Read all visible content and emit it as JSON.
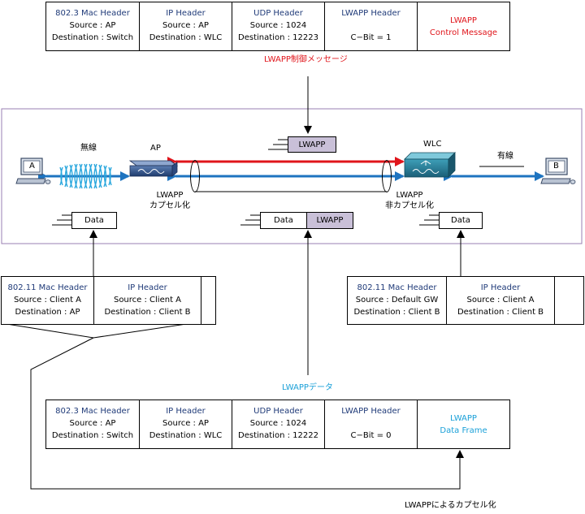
{
  "top_frame": {
    "cells": [
      {
        "name": "802.3 Mac Header",
        "line1": "Source : AP",
        "line2": "Destination : Switch"
      },
      {
        "name": "IP Header",
        "line1": "Source : AP",
        "line2": "Destination : WLC"
      },
      {
        "name": "UDP Header",
        "line1": "Source : 1024",
        "line2": "Destination : 12223"
      },
      {
        "name": "LWAPP Header",
        "line1": "",
        "line2": "C−Bit = 1"
      },
      {
        "name": "LWAPP",
        "line1": "Control Message",
        "line2": ""
      }
    ]
  },
  "control_message_label": "LWAPP制御メッセージ",
  "network": {
    "client_a": "A",
    "client_b": "B",
    "wireless_label": "無線",
    "wired_label": "有線",
    "ap_label": "AP",
    "wlc_label": "WLC",
    "encap_label_line1": "LWAPP",
    "encap_label_line2": "カプセル化",
    "decap_label_line1": "LWAPP",
    "decap_label_line2": "非カプセル化",
    "tunnel_packet_label": "LWAPP",
    "data_left": "Data",
    "data_mid": "Data",
    "data_mid_lwapp": "LWAPP",
    "data_right": "Data"
  },
  "left_frame": {
    "cells": [
      {
        "name": "802.11 Mac Header",
        "line1": "Source : Client A",
        "line2": "Destination : AP"
      },
      {
        "name": "IP Header",
        "line1": "Source : Client A",
        "line2": "Destination : Client B"
      }
    ]
  },
  "right_frame": {
    "cells": [
      {
        "name": "802.11 Mac Header",
        "line1": "Source : Default GW",
        "line2": "Destination : Client B"
      },
      {
        "name": "IP Header",
        "line1": "Source : Client A",
        "line2": "Destination : Client B"
      }
    ]
  },
  "data_label": "LWAPPデータ",
  "bottom_frame": {
    "cells": [
      {
        "name": "802.3 Mac Header",
        "line1": "Source : AP",
        "line2": "Destination : Switch"
      },
      {
        "name": "IP Header",
        "line1": "Source : AP",
        "line2": "Destination : WLC"
      },
      {
        "name": "UDP Header",
        "line1": "Source : 1024",
        "line2": "Destination : 12222"
      },
      {
        "name": "LWAPP Header",
        "line1": "",
        "line2": "C−Bit = 0"
      },
      {
        "name": "LWAPP",
        "line1": "Data Frame",
        "line2": ""
      }
    ]
  },
  "encapsulation_caption": "LWAPPによるカプセル化",
  "colors": {
    "control": "#e0151b",
    "data": "#1aa0d8",
    "link": "#1e74c0",
    "frame_border": "#9a7fb3"
  }
}
